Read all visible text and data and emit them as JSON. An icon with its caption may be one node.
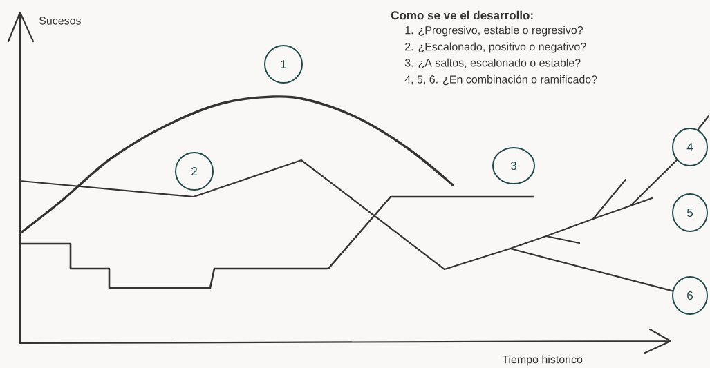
{
  "diagram": {
    "title": "Como se ve el desarrollo:",
    "nodes": [
      {
        "text": [
          "1"
        ]
      },
      {
        "text": [
          "2"
        ]
      },
      {
        "text": [
          "3"
        ]
      },
      {
        "text": [
          "4"
        ]
      },
      {
        "text": [
          "5"
        ]
      },
      {
        "text": [
          "6"
        ]
      }
    ],
    "edges": [
      {
        "from": null,
        "to": 3,
        "arrow": "none"
      },
      {
        "from": null,
        "to": 5,
        "arrow": "none"
      }
    ],
    "labels": [
      "Sucesos",
      "Tiempo historico",
      "1. ¿Progresivo, estable o regresivo?",
      "2. ¿Escalonado, positivo o negativo?",
      "3. ¿A saltos, escalonado o estable?",
      "4, 5, 6. ¿En combinación o ramificado?"
    ]
  }
}
